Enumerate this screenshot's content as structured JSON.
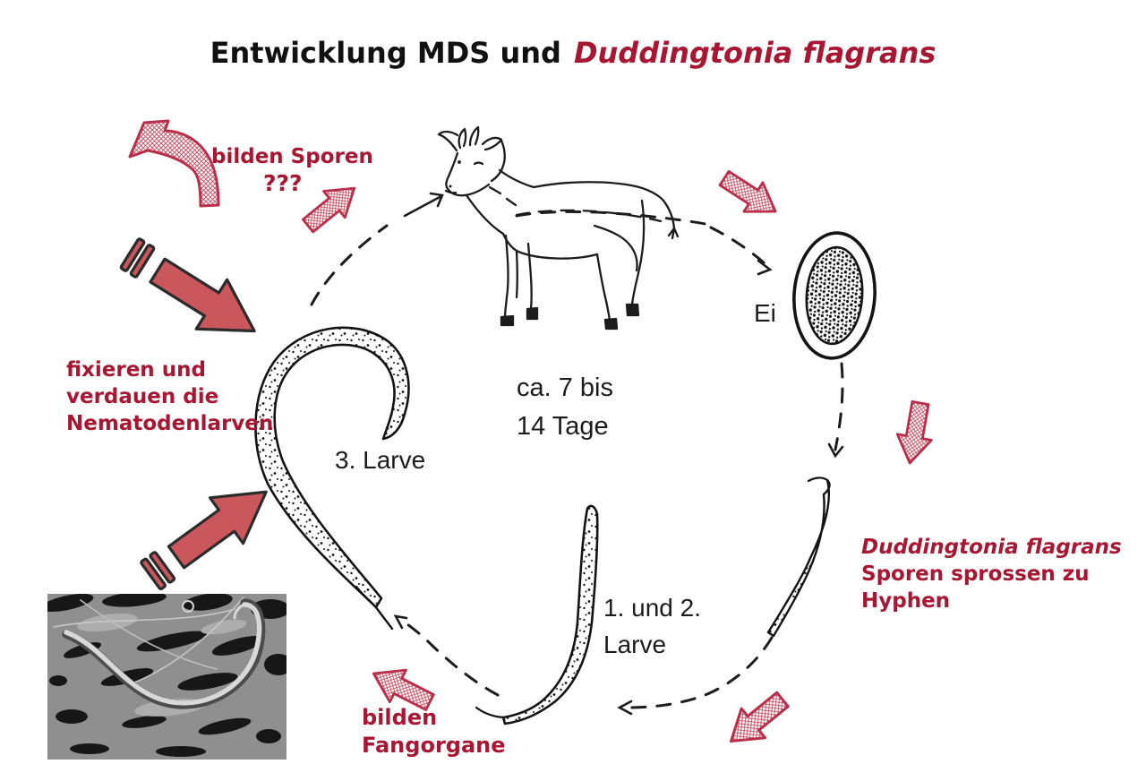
{
  "title": {
    "part_black": "Entwicklung MDS und",
    "part_red": "Duddingtonia flagrans"
  },
  "cycle_labels": {
    "egg": "Ei",
    "duration_line1": "ca. 7 bis",
    "duration_line2": "14 Tage",
    "larva3": "3. Larve",
    "larva12_line1": "1. und 2.",
    "larva12_line2": "Larve"
  },
  "annotations": {
    "spores_line1": "bilden Sporen",
    "spores_line2": "???",
    "fixate_line1": "fixieren und",
    "fixate_line2": "verdauen die",
    "fixate_line3": "Nematodenlarven",
    "sprout_line1": "Duddingtonia flagrans",
    "sprout_line2": "Sporen sprossen zu",
    "sprout_line3": "Hyphen",
    "traps_line1": "bilden",
    "traps_line2": "Fangorgane"
  },
  "colors": {
    "text_red": "#a91631",
    "solid_arrow_fill": "#c9575b",
    "solid_arrow_outline": "#2b2b2b",
    "hatched_arrow_red": "#bb2e49",
    "ink": "#1c1c1c"
  },
  "figures": {
    "goat": "goat-line-drawing",
    "egg": "nematode-egg-drawing",
    "larva3": "third-stage-larva-drawing",
    "larva12": "first-and-second-stage-larva-drawing",
    "hypha_larva": "larva-on-pasture-drawing",
    "sem": "sem-photo-nematode-trapped-by-fungus"
  }
}
